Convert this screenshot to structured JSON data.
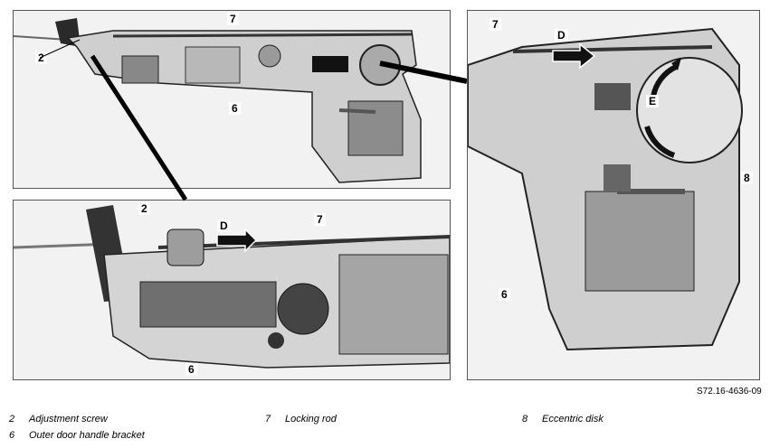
{
  "callouts": {
    "top_left": [
      "2",
      "7",
      "6"
    ],
    "bottom_left": [
      "2",
      "D",
      "7",
      "6"
    ],
    "right": [
      "7",
      "D",
      "E",
      "8",
      "6"
    ]
  },
  "figure_code": "S72.16-4636-09",
  "legend": [
    {
      "num": "2",
      "text": "Adjustment screw"
    },
    {
      "num": "7",
      "text": "Locking rod"
    },
    {
      "num": "8",
      "text": "Eccentric disk"
    },
    {
      "num": "6",
      "text": "Outer door handle bracket"
    }
  ]
}
